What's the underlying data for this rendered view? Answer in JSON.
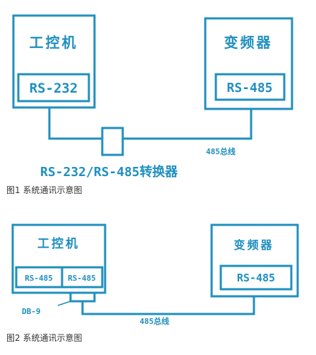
{
  "colors": {
    "accent": "#1f8fbf",
    "caption_text": "#333333",
    "background": "#ffffff"
  },
  "figure1": {
    "computer_label": "工控机",
    "computer_port": "RS-232",
    "inverter_label": "变频器",
    "inverter_port": "RS-485",
    "converter_label": "RS-232/RS-485转换器",
    "bus_label": "485总线",
    "caption": "图1 系统通讯示意图"
  },
  "figure2": {
    "computer_label": "工控机",
    "computer_port_left": "RS-485",
    "computer_port_right": "RS-485",
    "connector_label": "DB-9",
    "inverter_label": "变频器",
    "inverter_port": "RS-485",
    "bus_label": "485总线",
    "caption": "图2 系统通讯示意图"
  }
}
